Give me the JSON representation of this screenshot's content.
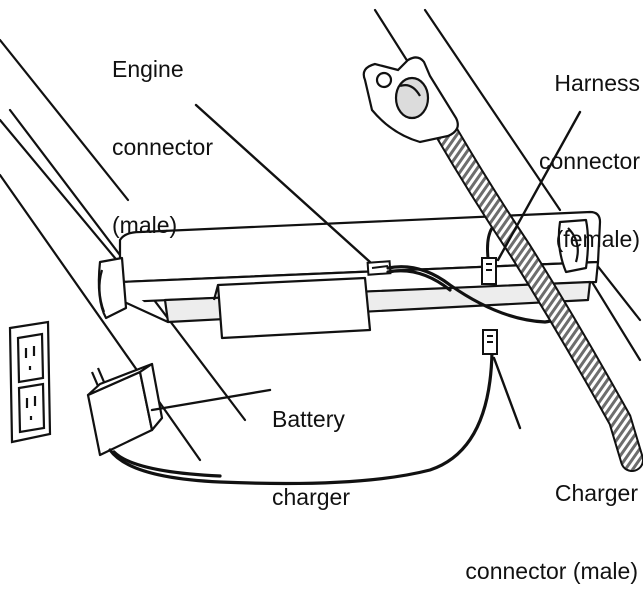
{
  "labels": {
    "engine_connector": [
      "Engine",
      "connector",
      "(male)"
    ],
    "harness_connector": [
      "Harness",
      "connector",
      "(female)"
    ],
    "battery_charger": [
      "Battery",
      "charger"
    ],
    "charger_connector": [
      "Charger",
      "connector (male)"
    ]
  },
  "colors": {
    "line": "#111111",
    "background": "#ffffff",
    "shade": "#8a8a8a"
  }
}
